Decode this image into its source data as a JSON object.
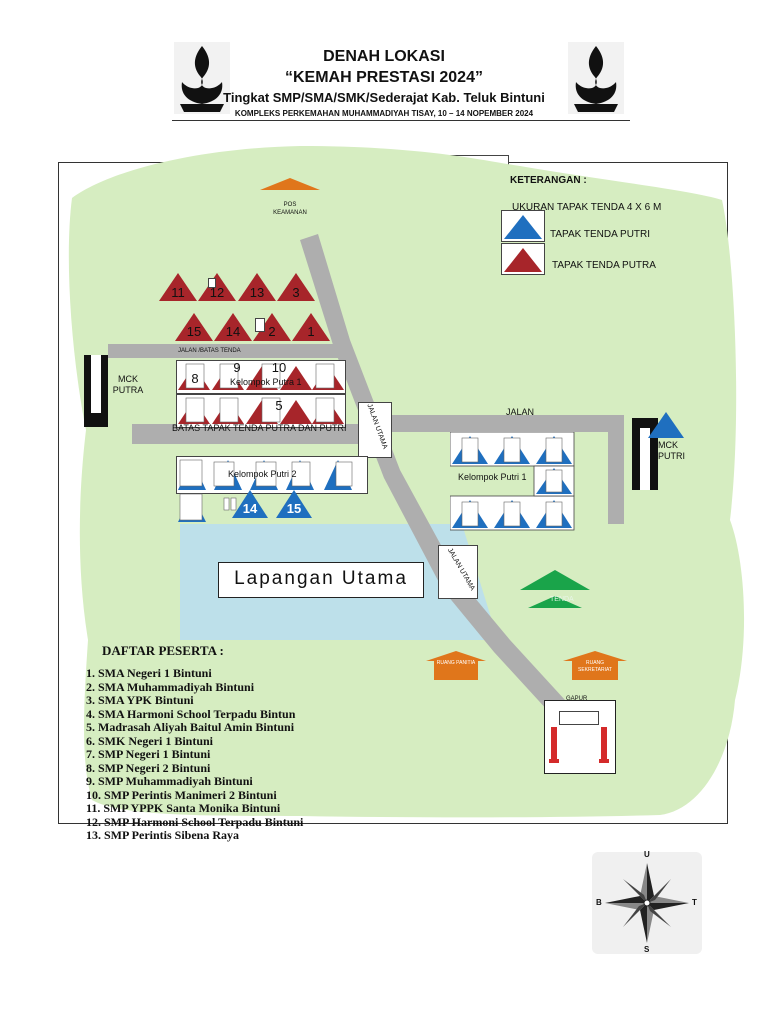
{
  "header": {
    "title1": "DENAH LOKASI",
    "title2": "“KEMAH PRESTASI 2024”",
    "title3": "Tingkat SMP/SMA/SMK/Sederajat Kab. Teluk Bintuni",
    "subtitle": "KOMPLEKS PERKEMAHAN MUHAMMADIYAH TISAY, 10 – 14 NOPEMBER 2024"
  },
  "legend": {
    "title": "KETERANGAN :",
    "size": "UKURAN TAPAK TENDA 4 X 6 M",
    "putri": "TAPAK TENDA PUTRI",
    "putra": "TAPAK TENDA PUTRA"
  },
  "map": {
    "pos": "POS KEAMANAN",
    "jalan_batas": "JALAN /BATAS TENDA",
    "mck_putra": "MCK PUTRA",
    "mck_putri": "MCK PUTRI",
    "kelompok_putra": "Kelompok Putra 1",
    "batas": "BATAS TAPAK TENDA PUTRA DAN PUTRI",
    "kelompok_putri2": "Kelompok Putri 2",
    "kelompok_putri1": "Kelompok Putri 1",
    "jalan": "JALAN",
    "jalan_utama1": "JALAN UTAMA",
    "jalan_utama2": "JALAN UTAMA",
    "lapangan": "Lapangan Utama",
    "tenda": "TENDA",
    "ruang_panitia": "RUANG PANITIA",
    "ruang_sekretariat": "RUANG SEKRETARIAT",
    "gapura": "GAPUR",
    "putra_row1": [
      "11",
      "12",
      "13",
      "3"
    ],
    "putra_row2": [
      "15",
      "14",
      "2",
      "1"
    ],
    "putra_box_row1": [
      "8",
      "9",
      "10",
      ""
    ],
    "putra_box_row2": [
      "",
      "",
      "5",
      ""
    ],
    "putri_left": [
      "14",
      "15"
    ]
  },
  "peserta": {
    "title": "DAFTAR PESERTA :",
    "items": [
      "1. SMA Negeri 1 Bintuni",
      "2. SMA Muhammadiyah Bintuni",
      "3. SMA YPK Bintuni",
      "4. SMA Harmoni School Terpadu Bintun",
      "5. Madrasah Aliyah  Baitul Amin Bintuni",
      "6. SMK Negeri 1 Bintuni",
      "7. SMP Negeri 1 Bintuni",
      "8. SMP Negeri 2 Bintuni",
      "9. SMP Muhammadiyah Bintuni",
      "10.  SMP Perintis Manimeri 2 Bintuni",
      "11.  SMP YPPK Santa Monika Bintuni",
      "12.  SMP Harmoni School Terpadu Bintuni",
      "13.  SMP Perintis Sibena Raya"
    ]
  },
  "compass": {
    "n": "U",
    "s": "S",
    "w": "B",
    "e": "T"
  },
  "colors": {
    "green": "#d5ecc0",
    "road": "#aeaeae",
    "field": "#bde0ea",
    "putra": "#a7252a",
    "putri": "#1f6fbf",
    "orange": "#e0761b"
  }
}
